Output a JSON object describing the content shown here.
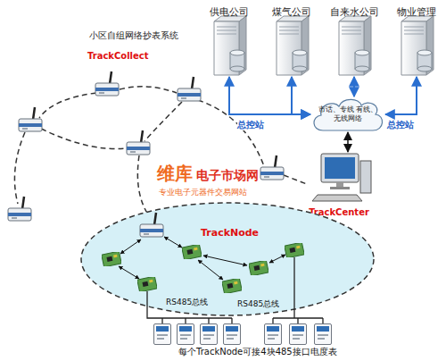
{
  "diagram": {
    "title": "小区自组网络抄表系统",
    "nodes": [
      {
        "text": [
          "供电公司"
        ]
      },
      {
        "text": [
          "煤气公司"
        ]
      },
      {
        "text": [
          "自来水公司"
        ]
      },
      {
        "text": [
          "物业管理"
        ]
      },
      {
        "text": [
          "市话、专线 有线、无线网络"
        ]
      },
      {
        "text": [
          "TrackCenter"
        ]
      },
      {
        "text": [
          "TrackNode"
        ]
      }
    ],
    "edges": [
      {
        "from": 0,
        "to": 4,
        "arrow": "both"
      },
      {
        "from": 1,
        "to": 4,
        "arrow": "both"
      },
      {
        "from": 2,
        "to": 4,
        "arrow": "both"
      },
      {
        "from": 3,
        "to": 4,
        "arrow": "both"
      },
      {
        "from": 4,
        "to": 5,
        "arrow": "both"
      }
    ],
    "labels": [
      "TrackCollect",
      "总控站",
      "总控站",
      "RS485总线",
      "RS485总线",
      "每个TrackNode可接4块485接口电度表",
      "维库",
      "电子市场网",
      "专业电子元器件交易网站"
    ]
  }
}
